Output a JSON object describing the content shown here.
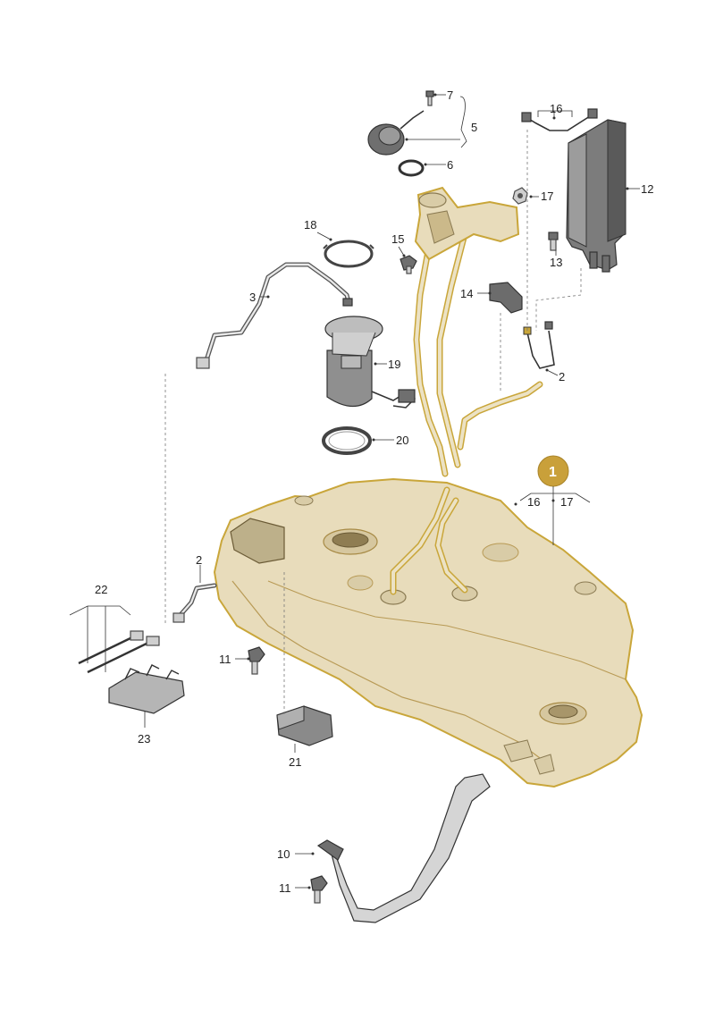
{
  "colors": {
    "highlight_fill": "#e8dcbb",
    "highlight_stroke": "#c9a63a",
    "badge_fill": "#c9a03a",
    "part_grey": "#cfcfcf",
    "line_dark": "#333333"
  },
  "badge": {
    "label": "1"
  },
  "callouts": {
    "c7": "7",
    "c5": "5",
    "c6": "6",
    "c16_top": "16",
    "c17_top": "17",
    "c12": "12",
    "c13": "13",
    "c18": "18",
    "c15": "15",
    "c14": "14",
    "c3": "3",
    "c19": "19",
    "c2_right": "2",
    "c20": "20",
    "c16_badge": "16",
    "c17_badge": "17",
    "c22": "22",
    "c2_left": "2",
    "c11_mid": "11",
    "c23": "23",
    "c21": "21",
    "c10": "10",
    "c11_bottom": "11"
  }
}
